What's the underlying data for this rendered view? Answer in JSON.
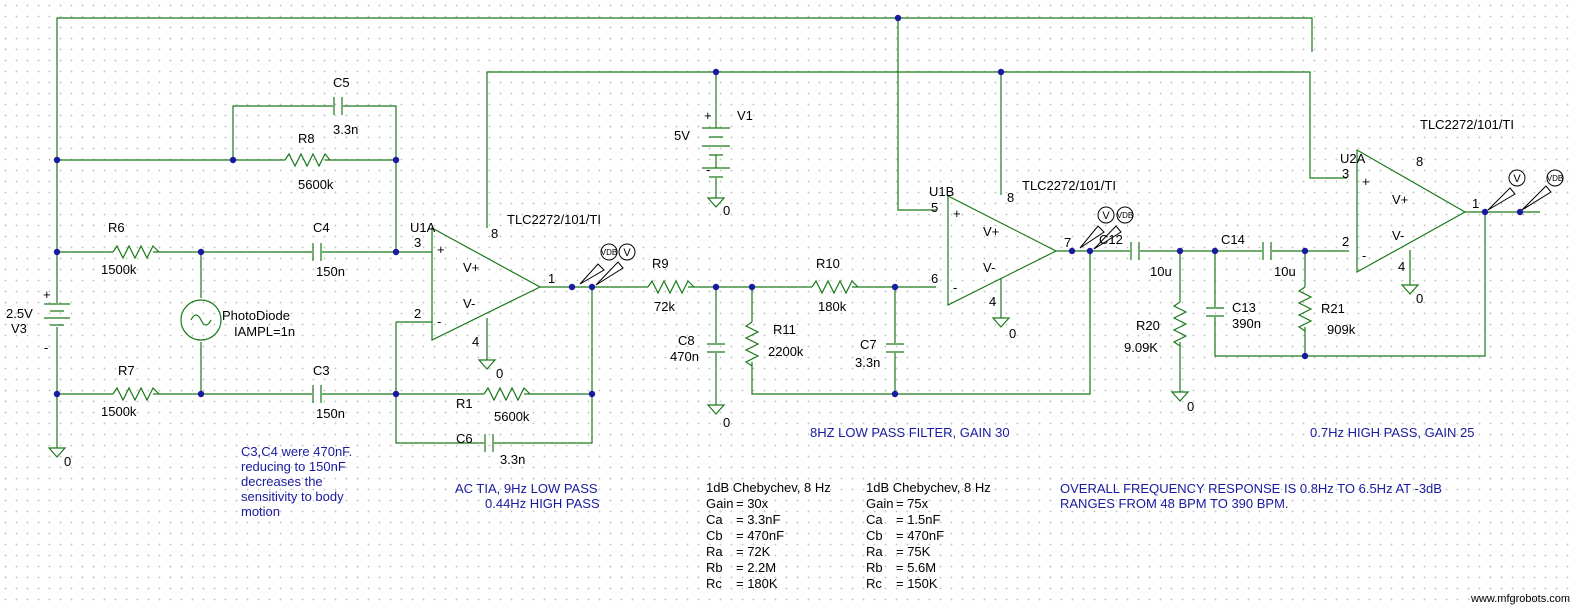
{
  "components": {
    "C5": {
      "ref": "C5",
      "value": "3.3n"
    },
    "R8": {
      "ref": "R8",
      "value": "5600k"
    },
    "R6": {
      "ref": "R6",
      "value": "1500k"
    },
    "C4": {
      "ref": "C4",
      "value": "150n"
    },
    "R7": {
      "ref": "R7",
      "value": "1500k"
    },
    "C3": {
      "ref": "C3",
      "value": "150n"
    },
    "R1": {
      "ref": "R1",
      "value": "5600k"
    },
    "C6": {
      "ref": "C6",
      "value": "3.3n"
    },
    "V3": {
      "ref": "V3",
      "value": "2.5V"
    },
    "PD": {
      "ref": "PhotoDiode",
      "value": "IAMPL=1n"
    },
    "U1A": {
      "ref": "U1A",
      "part": "TLC2272/101/TI"
    },
    "U1B": {
      "ref": "U1B",
      "part": "TLC2272/101/TI"
    },
    "U2A": {
      "ref": "U2A",
      "part": "TLC2272/101/TI"
    },
    "V1": {
      "ref": "V1",
      "value": "5V"
    },
    "R9": {
      "ref": "R9",
      "value": "72k"
    },
    "C8": {
      "ref": "C8",
      "value": "470n"
    },
    "R11": {
      "ref": "R11",
      "value": "2200k"
    },
    "R10": {
      "ref": "R10",
      "value": "180k"
    },
    "C7": {
      "ref": "C7",
      "value": "3.3n"
    },
    "C12": {
      "ref": "C12",
      "value": "10u"
    },
    "R20": {
      "ref": "R20",
      "value": "9.09K"
    },
    "C14": {
      "ref": "C14",
      "value": "10u"
    },
    "C13": {
      "ref": "C13",
      "value": "390n"
    },
    "R21": {
      "ref": "R21",
      "value": "909k"
    }
  },
  "pins": {
    "u1a": {
      "p3": "3",
      "p2": "2",
      "p8": "8",
      "p4": "4",
      "p1": "1",
      "plus": "+",
      "minus": "-",
      "vplus": "V+",
      "vminus": "V-"
    },
    "u1b": {
      "p5": "5",
      "p6": "6",
      "p8": "8",
      "p4": "4",
      "p7": "7",
      "plus": "+",
      "minus": "-",
      "vplus": "V+",
      "vminus": "V-"
    },
    "u2a": {
      "p3": "3",
      "p2": "2",
      "p8": "8",
      "p4": "4",
      "p1": "1",
      "plus": "+",
      "minus": "-",
      "vplus": "V+",
      "vminus": "V-"
    },
    "battery_plus": "+",
    "battery_minus": "-"
  },
  "ground_label": "0",
  "probes": {
    "v": "V",
    "vdb": "VDB"
  },
  "notes": {
    "c3c4": [
      "C3,C4 were 470nF.",
      "reducing  to 150nF",
      "decreases the",
      "sensitivity to body",
      "motion"
    ],
    "tia": [
      "AC TIA, 9Hz LOW PASS",
      "0.44Hz HIGH PASS"
    ],
    "lowpass_title": "8HZ LOW PASS FILTER, GAIN 30",
    "highpass_title": "0.7Hz HIGH PASS, GAIN 25",
    "overall": [
      "OVERALL FREQUENCY RESPONSE IS 0.8Hz TO 6.5Hz AT -3dB",
      "RANGES FROM 48 BPM TO 390 BPM."
    ]
  },
  "cheby1": {
    "title": "1dB Chebychev, 8 Hz",
    "rows": [
      [
        "Gain",
        "= 30x"
      ],
      [
        "Ca",
        "= 3.3nF"
      ],
      [
        "Cb",
        "= 470nF"
      ],
      [
        "Ra",
        "= 72K"
      ],
      [
        "Rb",
        "= 2.2M"
      ],
      [
        "Rc",
        "= 180K"
      ]
    ]
  },
  "cheby2": {
    "title": "1dB Chebychev, 8 Hz",
    "rows": [
      [
        "Gain",
        "= 75x"
      ],
      [
        "Ca",
        "= 1.5nF"
      ],
      [
        "Cb",
        "= 470nF"
      ],
      [
        "Ra",
        "= 75K"
      ],
      [
        "Rb",
        "= 5.6M"
      ],
      [
        "Rc",
        "= 150K"
      ]
    ]
  },
  "watermark": "www.mfgrobots.com"
}
